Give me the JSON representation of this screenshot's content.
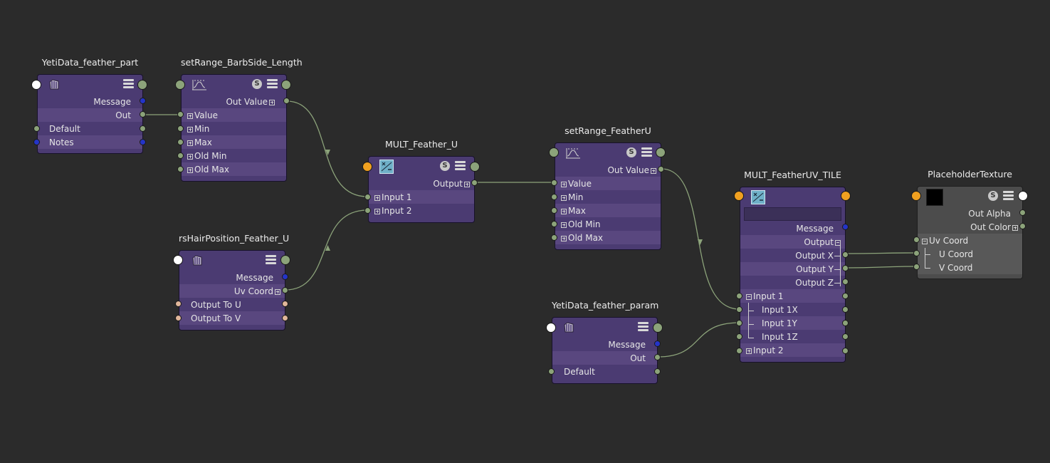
{
  "nodes": {
    "yeti_part": {
      "title": "YetiData_feather_part",
      "rows": [
        "Message",
        "Out",
        "Default",
        "Notes"
      ]
    },
    "setrange_barb": {
      "title": "setRange_BarbSide_Length",
      "rows": [
        "Out Value",
        "Value",
        "Min",
        "Max",
        "Old Min",
        "Old Max"
      ]
    },
    "rshair": {
      "title": "rsHairPosition_Feather_U",
      "rows": [
        "Message",
        "Uv Coord",
        "Output To U",
        "Output To V"
      ]
    },
    "mult_u": {
      "title": "MULT_Feather_U",
      "rows": [
        "Output",
        "Input 1",
        "Input 2"
      ]
    },
    "setrange_u": {
      "title": "setRange_FeatherU",
      "rows": [
        "Out Value",
        "Value",
        "Min",
        "Max",
        "Old Min",
        "Old Max"
      ]
    },
    "yeti_param": {
      "title": "YetiData_feather_param",
      "rows": [
        "Message",
        "Out",
        "Default"
      ]
    },
    "mult_uv": {
      "title": "MULT_FeatherUV_TILE",
      "rows": [
        "Message",
        "Output",
        "Output X",
        "Output Y",
        "Output Z",
        "Input 1",
        "Input 1X",
        "Input 1Y",
        "Input 1Z",
        "Input 2"
      ]
    },
    "placeholder": {
      "title": "PlaceholderTexture",
      "rows": [
        "Out Alpha",
        "Out Color",
        "Uv Coord",
        "U Coord",
        "V Coord"
      ]
    }
  },
  "icons": {
    "s_badge": "S",
    "menu": "hamburger-icon",
    "yeti": "yeti-node-icon",
    "setrange": "setrange-curve-icon",
    "multiply": "multiply-divide-icon"
  },
  "colors": {
    "background": "#2b2b2b",
    "node": "#4b3b72",
    "node_alt_row": "#59477f",
    "wire": "#8ca37a",
    "port_blue": "#2434c8",
    "port_orange": "#f0a020",
    "port_tan": "#e0b69a"
  }
}
